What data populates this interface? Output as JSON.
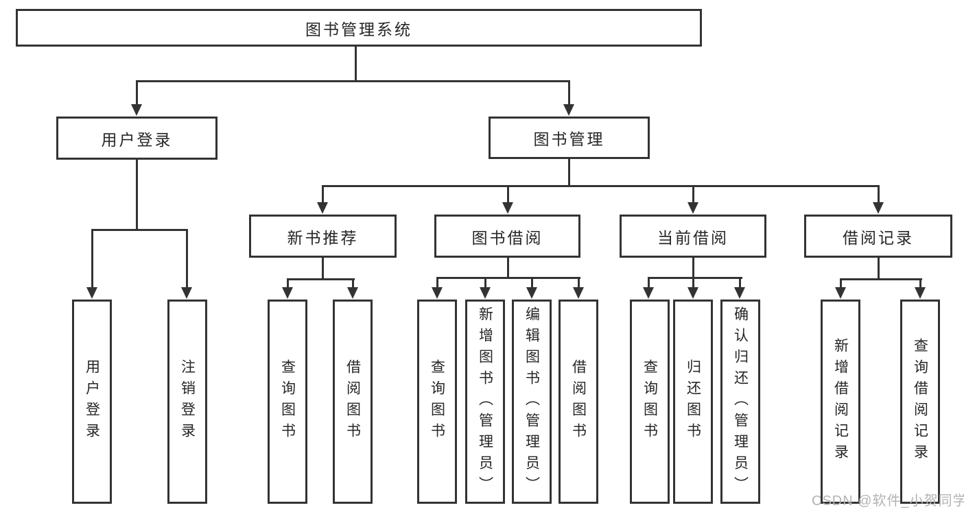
{
  "diagram_title": "图书管理系统",
  "tree": {
    "root": "图书管理系统",
    "level2": [
      "用户登录",
      "图书管理"
    ],
    "level3": [
      "新书推荐",
      "图书借阅",
      "当前借阅",
      "借阅记录"
    ],
    "leaves_login": [
      "用户登录",
      "注销登录"
    ],
    "leaves_recommend": [
      "查询图书",
      "借阅图书"
    ],
    "leaves_borrow": [
      "查询图书",
      "新增图书（管理员）",
      "编辑图书（管理员）",
      "借阅图书"
    ],
    "leaves_current": [
      "查询图书",
      "归还图书",
      "确认归还（管理员）"
    ],
    "leaves_records": [
      "新增借阅记录",
      "查询借阅记录"
    ]
  },
  "watermark": {
    "text": "CSDN @软件_小贺同学"
  },
  "colors": {
    "line": "#333333",
    "text": "#262626",
    "watermark": "#b3b3b3",
    "background": "#ffffff"
  }
}
